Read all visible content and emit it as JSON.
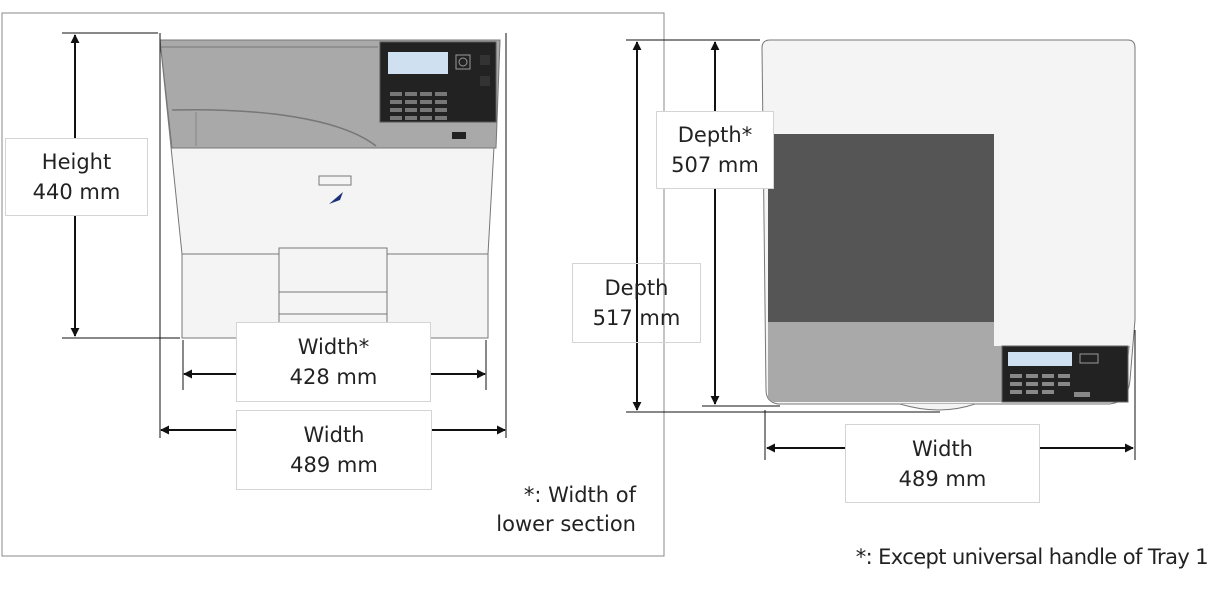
{
  "front_view": {
    "height": {
      "name": "Height",
      "value": "440 mm"
    },
    "width_lower": {
      "name": "Width*",
      "value": "428 mm"
    },
    "width": {
      "name": "Width",
      "value": "489 mm"
    },
    "footnote": {
      "line1": "*: Width of",
      "line2": "lower section"
    }
  },
  "top_view": {
    "depth_with_note": {
      "name": "Depth*",
      "value": "507 mm"
    },
    "depth": {
      "name": "Depth",
      "value": "517 mm"
    },
    "width": {
      "name": "Width",
      "value": "489 mm"
    },
    "footnote": "*: Except universal handle of Tray 1"
  },
  "colors": {
    "line": "#111111",
    "printer_body": "#f4f4f4",
    "printer_panel": "#a9a9a9",
    "display_dark": "#222222",
    "screen": "#cfe0f0",
    "output_tray": "#555555",
    "logo": "#1c2f7a"
  }
}
